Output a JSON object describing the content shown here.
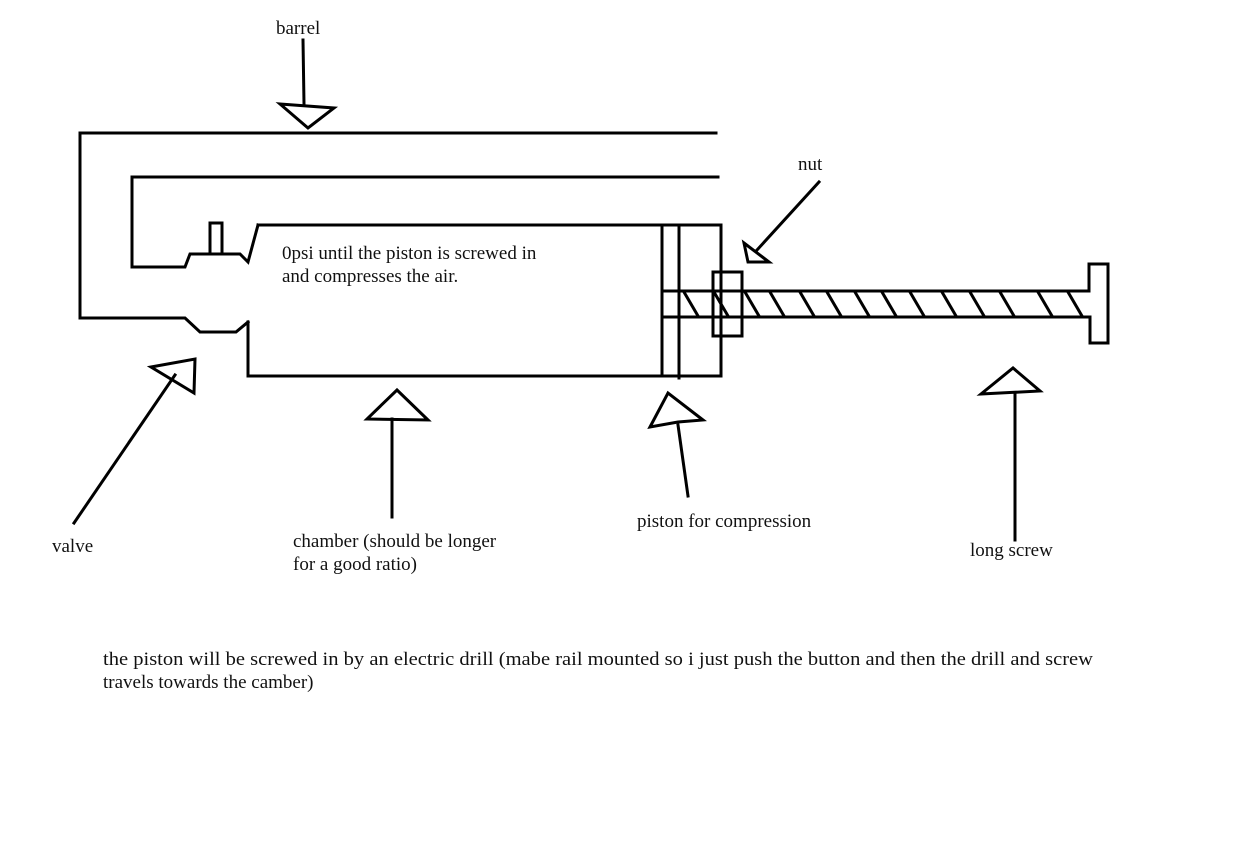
{
  "diagram": {
    "title": "Screw-piston air cannon sketch",
    "labels": {
      "barrel": "barrel",
      "nut": "nut",
      "valve": "valve",
      "chamber_line1": "chamber (should be longer",
      "chamber_line2": "for a good ratio)",
      "piston": "piston for compression",
      "long_screw": "long screw"
    },
    "chamber_note": {
      "line1": "0psi until the piston is screwed in",
      "line2": "and compresses the air."
    },
    "footer_note": {
      "line1": "the piston will be screwed in by an electric drill (mabe rail mounted so i just push the button and then the drill and screw",
      "line2": "travels towards the camber)"
    },
    "colors": {
      "stroke": "#000000",
      "background": "#ffffff",
      "text": "#111111"
    }
  }
}
